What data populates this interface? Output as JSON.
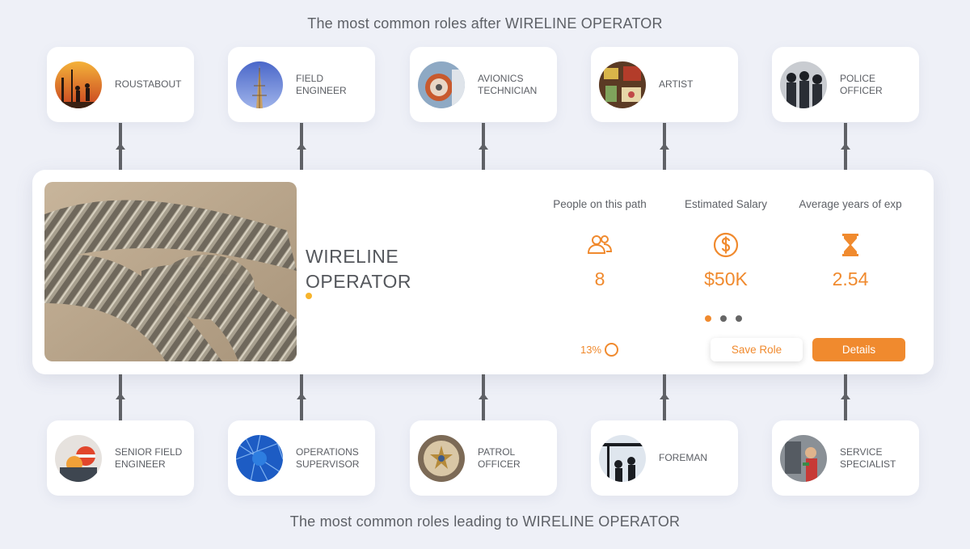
{
  "headings": {
    "next_roles": "The most common roles after WIRELINE OPERATOR",
    "previous_roles": "The most common roles leading to WIRELINE OPERATOR"
  },
  "next_roles": [
    {
      "label": "ROUSTABOUT",
      "image": "oil-workers-silhouette-photo"
    },
    {
      "label": "FIELD\nENGINEER",
      "image": "tower-structure-photo"
    },
    {
      "label": "AVIONICS\nTECHNICIAN",
      "image": "jet-engine-photo"
    },
    {
      "label": "ARTIST",
      "image": "art-studio-photo"
    },
    {
      "label": "POLICE\nOFFICER",
      "image": "police-officers-photo"
    }
  ],
  "previous_roles": [
    {
      "label": "SENIOR FIELD\nENGINEER",
      "image": "engineer-hardhat-photo"
    },
    {
      "label": "OPERATIONS\nSUPERVISOR",
      "image": "glass-ceiling-photo"
    },
    {
      "label": "PATROL\nOFFICER",
      "image": "police-badge-photo"
    },
    {
      "label": "FOREMAN",
      "image": "construction-workers-photo"
    },
    {
      "label": "SERVICE\nSPECIALIST",
      "image": "mechanic-photo"
    }
  ],
  "current_role": {
    "title": "WIRELINE\nOPERATOR",
    "image": "steel-wire-rope-photo",
    "stats": [
      {
        "label": "People on this path",
        "icon": "people-icon",
        "value": "8"
      },
      {
        "label": "Estimated Salary",
        "icon": "dollar-icon",
        "value": "$50K"
      },
      {
        "label": "Average years of exp",
        "icon": "hourglass-icon",
        "value": "2.54"
      }
    ],
    "match_percent": "13%",
    "pager": {
      "count": 3,
      "active": 0
    },
    "save_label": "Save Role",
    "details_label": "Details"
  },
  "colors": {
    "accent": "#f08a2e",
    "background": "#eef0f7",
    "connector": "#5f6166",
    "title_dot": "#f7b42c"
  }
}
